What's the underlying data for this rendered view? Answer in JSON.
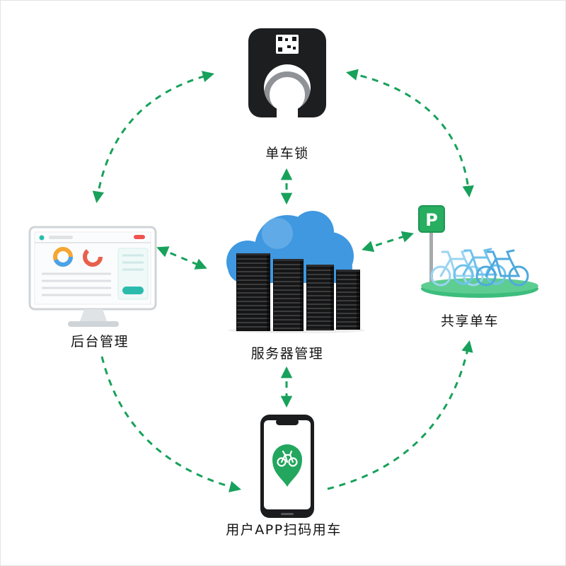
{
  "page": {
    "background": "#ffffff",
    "border_color": "#e4e4e4"
  },
  "diagram": {
    "type": "system-flow-diagram",
    "subject": "bike-sharing-platform-architecture",
    "nodes": {
      "lock": {
        "label": "单车锁",
        "icon": "smart-bike-lock-with-qr-code"
      },
      "admin": {
        "label": "后台管理",
        "icon": "desktop-monitor-dashboard"
      },
      "server": {
        "label": "服务器管理",
        "icon": "cloud-with-server-racks"
      },
      "bikes": {
        "label": "共享单车",
        "icon": "shared-bikes-on-parking-platform",
        "sign_letter": "P"
      },
      "app": {
        "label": "用户APP扫码用车",
        "icon": "smartphone-with-bike-location-pin"
      }
    },
    "connections": [
      {
        "from": "admin",
        "to": "lock",
        "bidirectional": true
      },
      {
        "from": "lock",
        "to": "server",
        "bidirectional": true
      },
      {
        "from": "lock",
        "to": "bikes",
        "bidirectional": true
      },
      {
        "from": "admin",
        "to": "server",
        "bidirectional": true
      },
      {
        "from": "server",
        "to": "bikes",
        "bidirectional": true
      },
      {
        "from": "server",
        "to": "app",
        "bidirectional": true
      },
      {
        "from": "admin",
        "to": "app",
        "bidirectional": false
      },
      {
        "from": "app",
        "to": "bikes",
        "bidirectional": false
      }
    ],
    "arrow_style": "dashed",
    "colors": {
      "arrow_green": "#18a15b",
      "cloud_blue": "#3f98e0",
      "cloud_highlight": "#7cbcec",
      "pin_green": "#23a65e",
      "platform_green": "#3dbd7d",
      "platform_light_green": "#5ecd92",
      "sign_green": "#27ae60",
      "device_black": "#1d1e20",
      "accent_teal": "#2bbbad",
      "bike_blue": "#4fa9dd",
      "chart_orange": "#f6a632",
      "alert_red": "#ef5350"
    }
  }
}
